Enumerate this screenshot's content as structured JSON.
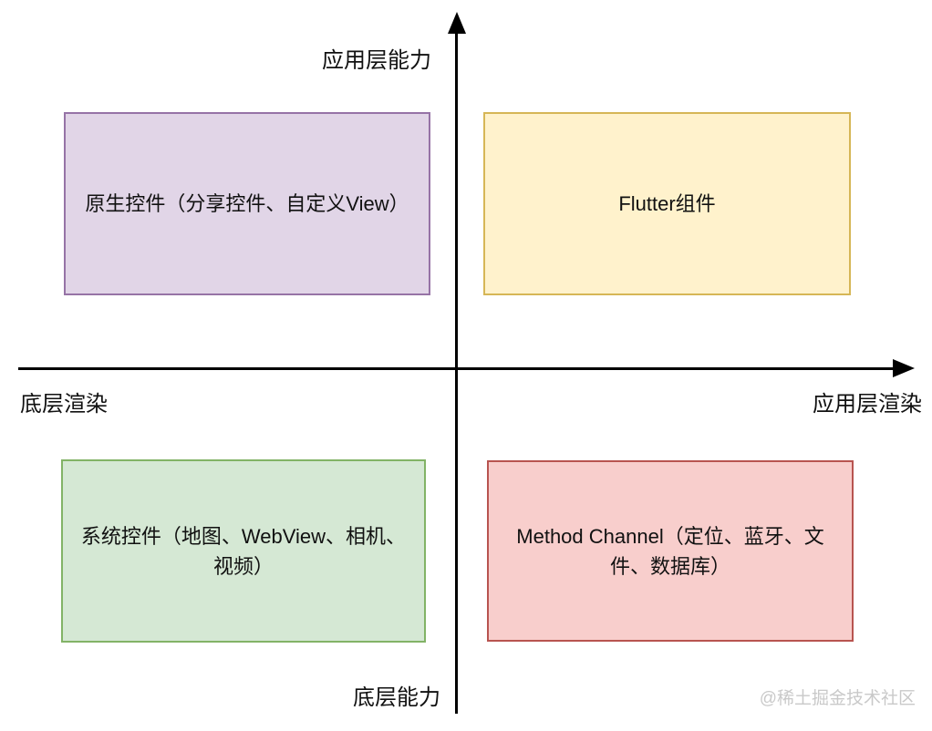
{
  "diagram": {
    "axes": {
      "y_top_label": "应用层能力",
      "y_bottom_label": "底层能力",
      "x_left_label": "底层渲染",
      "x_right_label": "应用层渲染",
      "line_color": "#000000"
    },
    "quadrants": {
      "top_left": {
        "lines": [
          "原生控件（分享控件、自定义View）",
          ""
        ],
        "fill": "#E1D5E7",
        "border": "#9673A6"
      },
      "top_right": {
        "lines": [
          "Flutter组件",
          ""
        ],
        "fill": "#FFF2CC",
        "border": "#D6B656"
      },
      "bottom_left": {
        "lines": [
          "系统控件（地图、WebView、相机、",
          "视频）"
        ],
        "fill": "#D5E8D4",
        "border": "#82B366"
      },
      "bottom_right": {
        "lines": [
          "Method Channel（定位、蓝牙、文",
          "件、数据库）"
        ],
        "fill": "#F8CECC",
        "border": "#B85450"
      }
    },
    "watermark": {
      "text": "@稀土掘金技术社区",
      "color": "#C9C9C9"
    }
  }
}
